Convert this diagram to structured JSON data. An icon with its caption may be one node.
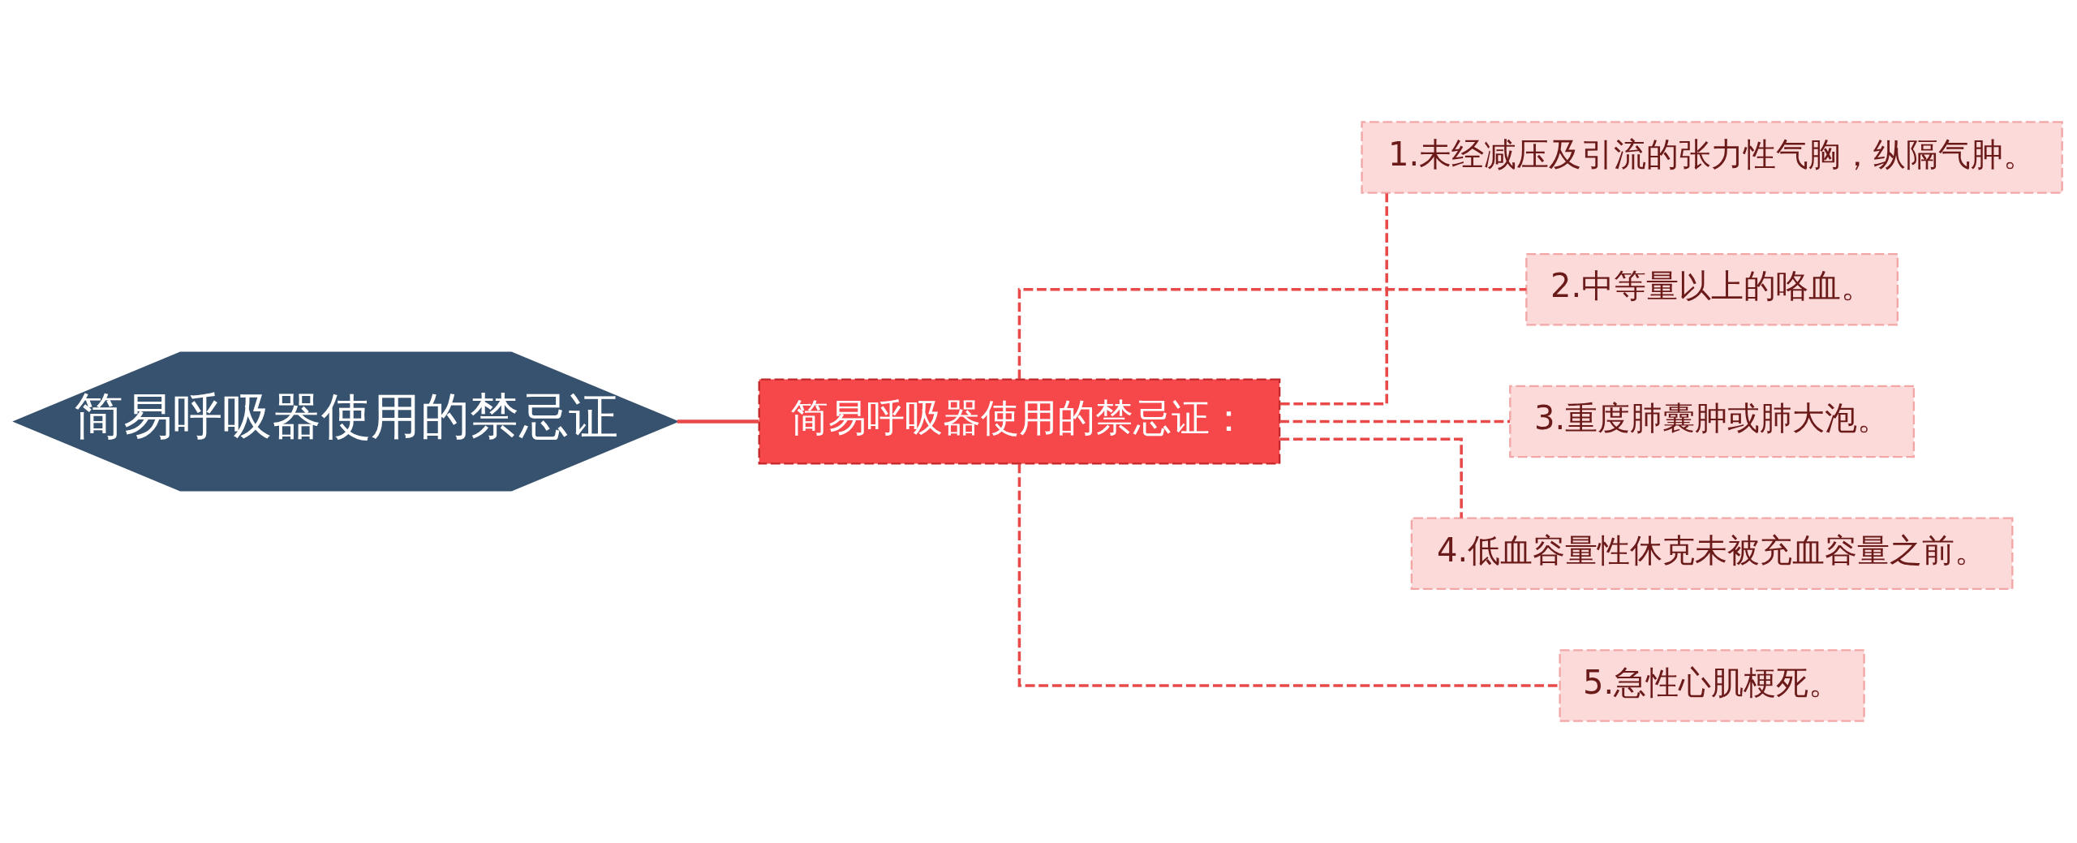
{
  "diagram": {
    "nodes": [
      {
        "text": [
          "简易呼吸器使用的禁忌证"
        ]
      },
      {
        "text": [
          "简易呼吸器使用的禁忌证："
        ]
      },
      {
        "text": [
          "1.未经减压及引流的张力性气胸，纵隔气肿。"
        ]
      },
      {
        "text": [
          "2.中等量以上的咯血。"
        ]
      },
      {
        "text": [
          "3.重度肺囊肿或肺大泡。"
        ]
      },
      {
        "text": [
          "4.低血容量性休克未被充血容量之前。"
        ]
      },
      {
        "text": [
          "5.急性心肌梗死。"
        ]
      }
    ],
    "edges": [
      {
        "from": 0,
        "to": 1,
        "arrow": "none"
      },
      {
        "from": 1,
        "to": 2,
        "arrow": "none",
        "style": "dashed"
      },
      {
        "from": 1,
        "to": 3,
        "arrow": "none",
        "style": "dashed"
      },
      {
        "from": 1,
        "to": 4,
        "arrow": "none",
        "style": "dashed"
      },
      {
        "from": 1,
        "to": 5,
        "arrow": "none",
        "style": "dashed"
      },
      {
        "from": 1,
        "to": 6,
        "arrow": "none",
        "style": "dashed"
      }
    ]
  }
}
